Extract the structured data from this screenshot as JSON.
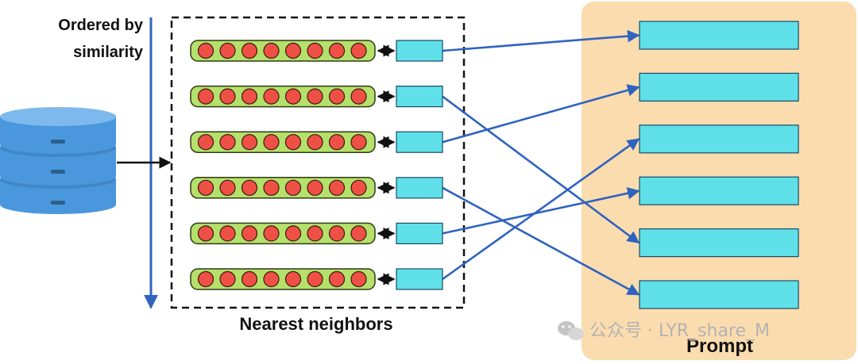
{
  "order_label_line1": "Ordered by",
  "order_label_line2": "similarity",
  "neighbors_label": "Nearest neighbors",
  "prompt_label": "Prompt",
  "watermark_text": "公众号 · LYR_share_M",
  "neighbor_rows": 6,
  "circles_per_row": 8,
  "prompt_slot_for_row": [
    0,
    4,
    1,
    5,
    3,
    2
  ],
  "colors": {
    "db_top": "#7db9ec",
    "db_body": "#4a97de",
    "db_slot": "#2d5f8a",
    "vector_fill": "#b5e06a",
    "vector_stroke": "#2f3b16",
    "circle_fill": "#ef5046",
    "box_fill": "#5fe0e8",
    "box_stroke": "#1a4a6a",
    "arrow": "#2f63bf",
    "prompt_bg": "#fbdcaf",
    "dashed_border": "#111111"
  }
}
